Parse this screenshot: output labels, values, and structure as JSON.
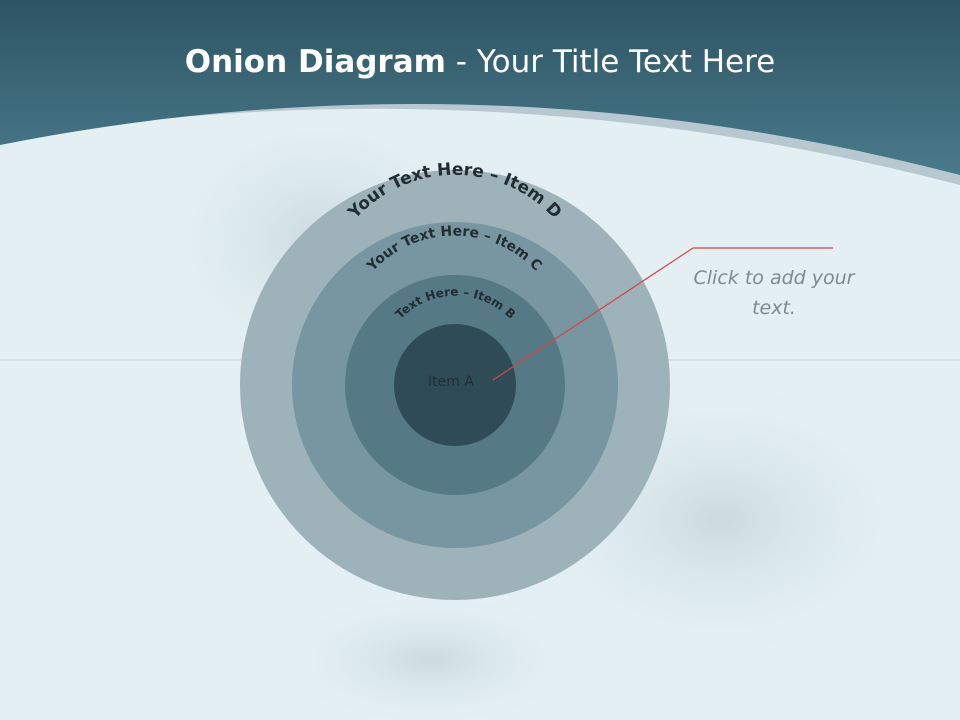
{
  "slide": {
    "title_bold": "Onion Diagram",
    "title_rest": " - Your Title Text Here"
  },
  "diagram": {
    "layers": [
      {
        "label": "Your Text Here – Item D",
        "color": "#9eb2ba"
      },
      {
        "label": "Your Text Here – Item C",
        "color": "#7896a1"
      },
      {
        "label": "Text Here – Item B",
        "color": "#557985"
      },
      {
        "label": "Item A",
        "color": "#2f4c56"
      }
    ],
    "label_color": "#222d33",
    "connector_color": "#d64545"
  },
  "callout": {
    "text": "Click  to add your text."
  },
  "colors": {
    "header": "#3f6f80",
    "header_dark": "#2d5464",
    "accent_band": "#b8c8d0",
    "background": "#e3eff3"
  }
}
